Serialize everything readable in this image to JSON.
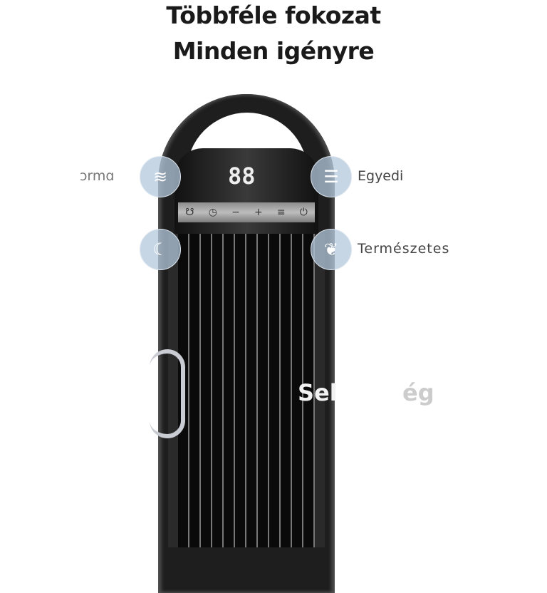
{
  "title": {
    "line1": "Többféle fokozat",
    "line2": "Minden igényre"
  },
  "device": {
    "display": "88",
    "panel_icons": [
      "☋",
      "◷",
      "−",
      "+",
      "≡",
      "⏻"
    ]
  },
  "modes": [
    {
      "label": "ɔrmɑ",
      "icon": "wind-icon",
      "glyph": "≋"
    },
    {
      "label": "Egyedi",
      "icon": "sliders-icon",
      "glyph": "☰"
    },
    {
      "label": "",
      "icon": "sleep-moon-icon",
      "glyph": "☾"
    },
    {
      "label": "Természetes",
      "icon": "leaf-icon",
      "glyph": "❦"
    }
  ],
  "overlay": {
    "part1": "Sel",
    "part2": "ég"
  }
}
